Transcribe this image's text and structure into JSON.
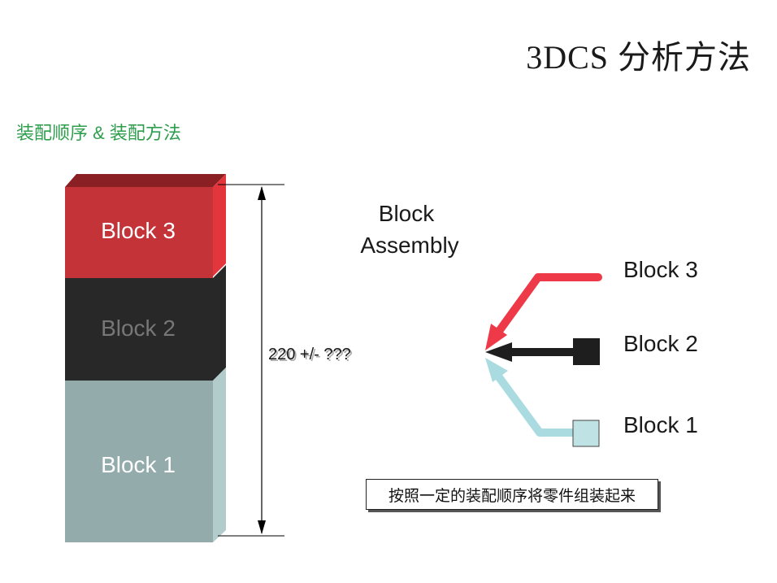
{
  "title": "3DCS 分析方法",
  "subtitle": "装配顺序 & 装配方法",
  "stack": {
    "blocks": [
      {
        "label": "Block 3",
        "front_color": "#c33338",
        "top_color": "#8a1f24",
        "side_color": "#e3353c",
        "text_color": "#ffffff"
      },
      {
        "label": "Block 2",
        "front_color": "#282828",
        "text_color": "#777777"
      },
      {
        "label": "Block 1",
        "front_color": "#93abab",
        "side_color": "#b2cccc",
        "text_color": "#ffffff"
      }
    ],
    "dimension_label": "220 +/- ???"
  },
  "assembly_title": [
    "Block",
    "Assembly"
  ],
  "arrows": [
    {
      "label": "Block 3",
      "color": "#ee3a48"
    },
    {
      "label": "Block 2",
      "color": "#1e1e1e"
    },
    {
      "label": "Block 1",
      "color": "#a9dbe0",
      "box_fill": "#bfe2e4"
    }
  ],
  "note": "按照一定的装配顺序将零件组装起来"
}
